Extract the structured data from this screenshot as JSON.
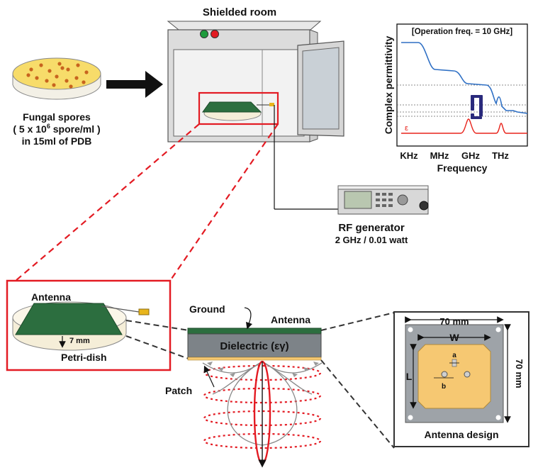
{
  "spores": {
    "line1": "Fungal spores",
    "line2_prefix": "( 5 x 10",
    "line2_exp": "6",
    "line2_suffix": " spore/ml )",
    "line3": "in 15ml of PDB"
  },
  "room": {
    "title": "Shielded room"
  },
  "rf": {
    "title": "RF generator",
    "spec": "2 GHz / 0.01 watt"
  },
  "permittivity_plot": {
    "note": "[Operation freq. = 10 GHz]",
    "ylabel": "Complex permittivity",
    "xlabel": "Frequency",
    "ticks": [
      "KHz",
      "MHz",
      "GHz",
      "THz"
    ],
    "loss_symbol": "ε",
    "colors": {
      "real": "#2e6fc4",
      "imag": "#e8231b",
      "marker": "#2a2a7c"
    }
  },
  "inset": {
    "antenna": "Antenna",
    "gap": "7 mm",
    "dish": "Petri-dish"
  },
  "cross_section": {
    "ground": "Ground",
    "antenna": "Antenna",
    "dielectric": "Dielectric (εγ)",
    "patch": "Patch"
  },
  "design": {
    "width_total": "70 mm",
    "height_total": "70 mm",
    "w": "W",
    "l": "L",
    "a": "a",
    "b": "b",
    "title": "Antenna design"
  },
  "colors": {
    "highlight_red": "#e31b23",
    "antenna_green": "#2c6e3f",
    "patch_gold": "#f6c872",
    "ground_plate": "#9ea3a8"
  }
}
